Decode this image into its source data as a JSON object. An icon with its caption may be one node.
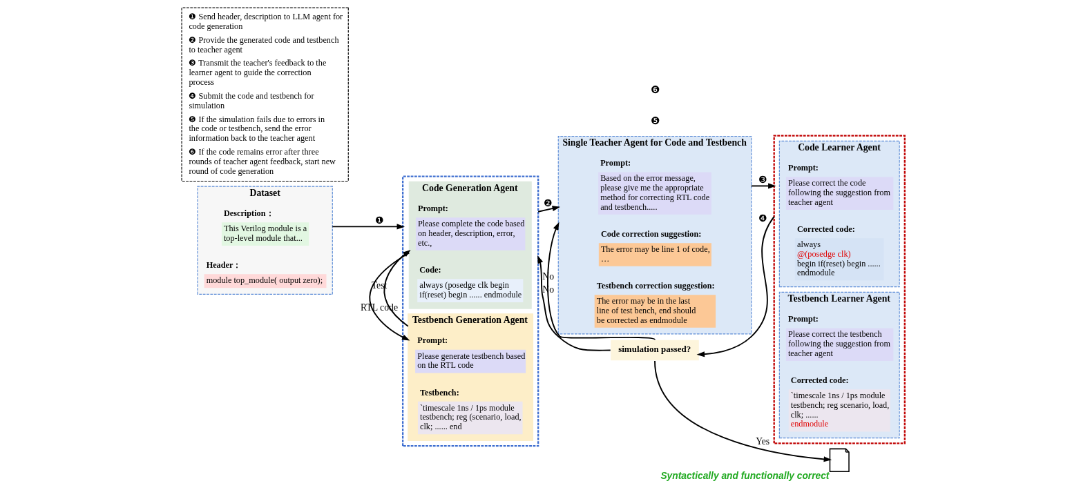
{
  "diagram": {
    "nodes": [
      {
        "text": [
          "Dataset"
        ]
      },
      {
        "text": [
          "Description：",
          "This Verilog module is a top-level module that..."
        ],
        "in": 0
      },
      {
        "text": [
          "Header：",
          "module top_module( output zero);"
        ],
        "in": 0
      },
      {
        "text": [],
        "shape": "box"
      },
      {
        "text": [
          "Code Generation Agent"
        ],
        "in": 3
      },
      {
        "text": [
          "Prompt:",
          "Please complete the code based on header, description, error, etc.,"
        ],
        "in": 4
      },
      {
        "text": [
          "Code:",
          "always (posedge clk begin if(reset) begin ...... endmodule"
        ],
        "in": 4
      },
      {
        "text": [
          "Testbench Generation Agent"
        ],
        "in": 3
      },
      {
        "text": [
          "Prompt:",
          "Please generate testbench based on the RTL code"
        ],
        "in": 7
      },
      {
        "text": [
          "Testbench:",
          "`timescale 1ns / 1ps module testbench; reg (scenario, load, clk; ...... end"
        ],
        "in": 7
      },
      {
        "text": [
          "Single Teacher Agent for Code and Testbench"
        ]
      },
      {
        "text": [
          "Prompt:",
          "Based on the error message, please give me the appropriate method for correcting RTL code and testbench....."
        ],
        "in": 10
      },
      {
        "text": [
          "Code correction suggestion:",
          "The error may be line 1 of code, …"
        ],
        "in": 10
      },
      {
        "text": [
          "Testbench correction suggestion:",
          "The error may be in the last line of test bench, end should be corrected as endmodule"
        ],
        "in": 10
      },
      {
        "text": [],
        "shape": "box"
      },
      {
        "text": [
          "Code Learner Agent"
        ],
        "in": 14
      },
      {
        "text": [
          "Prompt:",
          "Please correct the code following the suggestion from teacher agent"
        ],
        "in": 15
      },
      {
        "text": [
          "Corrected code:",
          "always **@(posedge clk)** begin if(reset) begin ...... endmodule"
        ],
        "in": 15
      },
      {
        "text": [
          "Testbench Learner Agent"
        ],
        "in": 14
      },
      {
        "text": [
          "Prompt:",
          "Please correct the testbench following the suggestion from teacher agent"
        ],
        "in": 18
      },
      {
        "text": [
          "Corrected code:",
          "`timescale 1ns / 1ps module testbench; reg scenario, load, clk; ...... **endmodule**"
        ],
        "in": 18
      },
      {
        "text": [
          "simulation passed?"
        ]
      },
      {
        "text": [],
        "shape": "picture",
        "beside": [
          "Syntactically and functionally correct"
        ]
      },
      {
        "text": [
          "❶ Send header, description to LLM agent for code generation",
          "❷ Provide the generated code and testbench to teacher agent",
          "❸ Transmit the teacher's feedback to the learner agent to guide the correction process",
          "❹ Submit the code and testbench for simulation",
          "❺ If the simulation fails due to errors in the code or testbench, send the error information back to the teacher agent",
          "❻ If the code remains error after three rounds of teacher agent feedback, start new round of code generation"
        ]
      }
    ],
    "edges": [
      {
        "from": 0,
        "to": 3,
        "arrow": "to",
        "label": "❶"
      },
      {
        "from": 4,
        "to": 7,
        "arrow": "to",
        "label": "RTL code"
      },
      {
        "from": 7,
        "to": 4,
        "arrow": "to",
        "label": "Test"
      },
      {
        "from": 3,
        "to": 10,
        "arrow": "to",
        "label": "❷"
      },
      {
        "from": 10,
        "to": 14,
        "arrow": "to",
        "label": "❸"
      },
      {
        "from": 14,
        "to": 21,
        "arrow": "to",
        "label": "❹"
      },
      {
        "from": 21,
        "to": 10,
        "arrow": "to",
        "label": "No"
      },
      {
        "from": 21,
        "to": 3,
        "arrow": "to",
        "label": "No"
      },
      {
        "from": 21,
        "to": 22,
        "arrow": "to",
        "label": "Yes"
      }
    ],
    "labels": [
      "❺",
      "❻"
    ]
  }
}
